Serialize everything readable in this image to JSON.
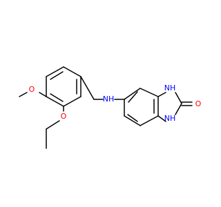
{
  "molecule": {
    "atoms": {
      "nh_linker": {
        "text": "NH",
        "color": "#0000ff"
      },
      "o_methoxy": {
        "text": "O",
        "color": "#ff0000"
      },
      "o_ethoxy": {
        "text": "O",
        "color": "#ff0000"
      },
      "nh_ring_top": {
        "text": "NH",
        "color": "#0000ff"
      },
      "nh_ring_bottom": {
        "text": "NH",
        "color": "#0000ff"
      },
      "o_carbonyl": {
        "text": "O",
        "color": "#ff0000"
      }
    },
    "bond_color": "#000000",
    "background": "#ffffff"
  }
}
